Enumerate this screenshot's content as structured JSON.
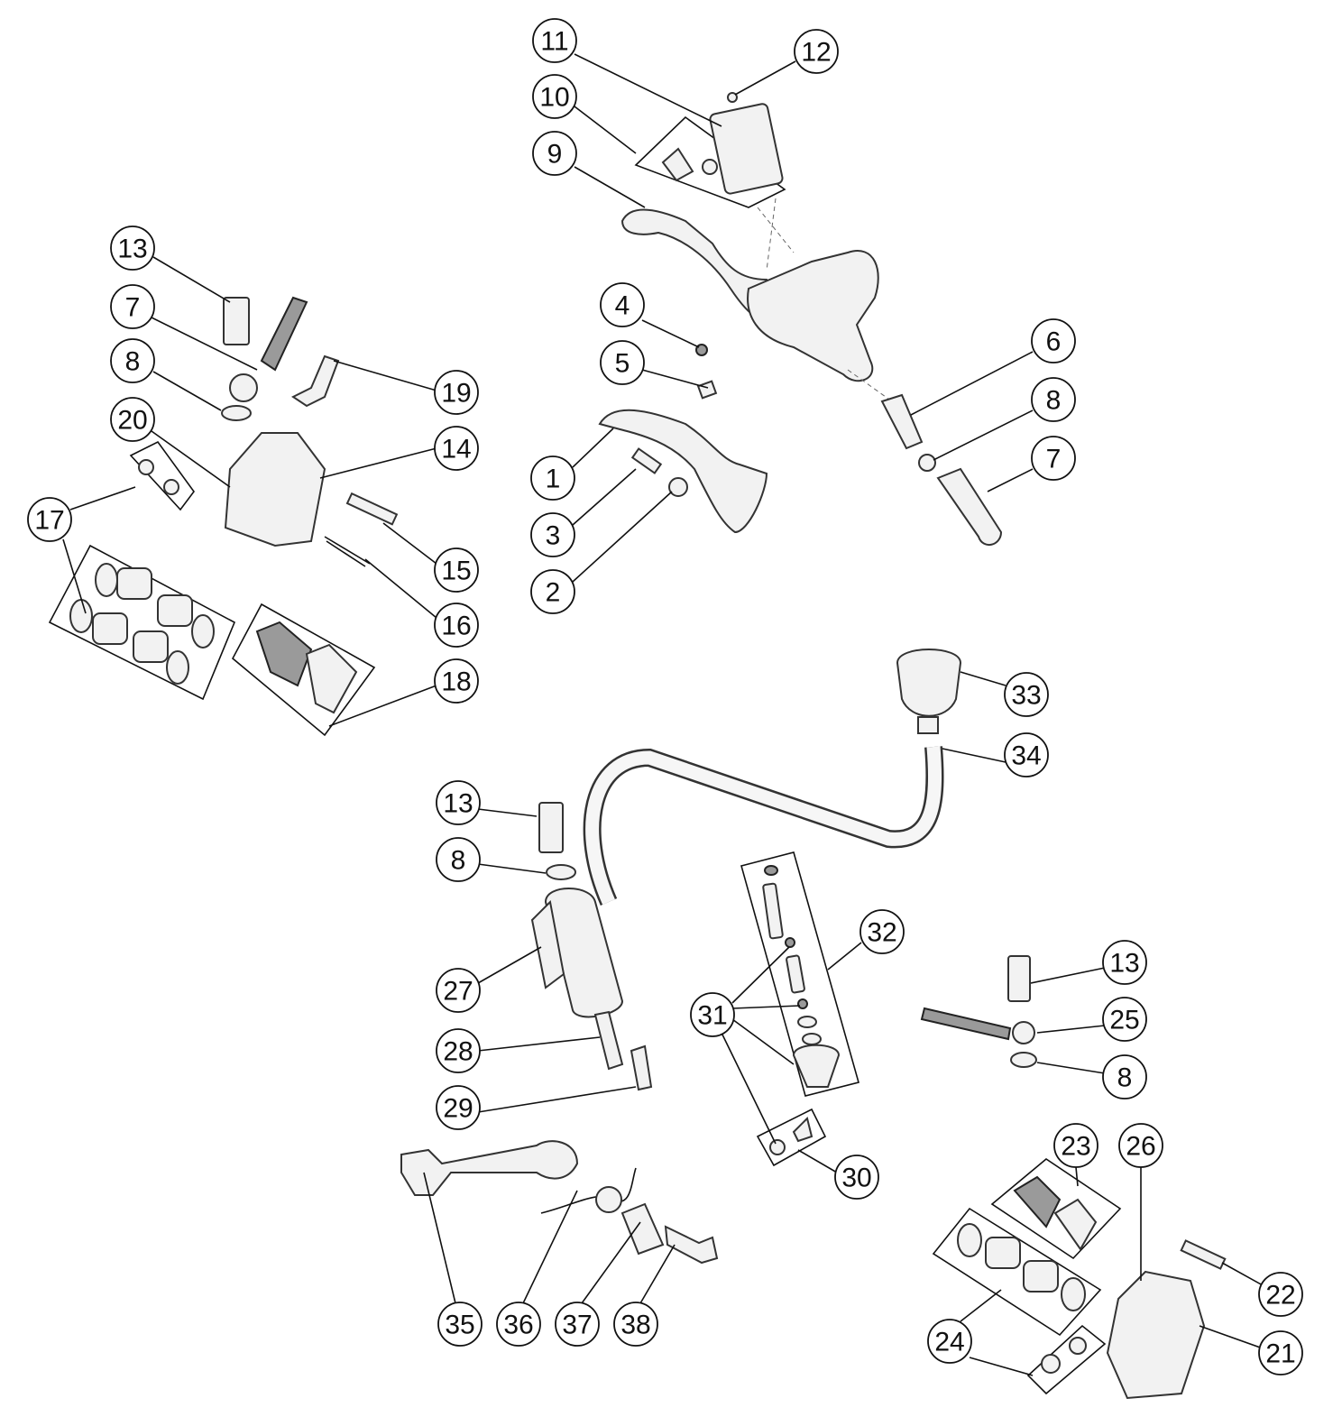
{
  "diagram": {
    "title": "Brake system exploded parts diagram",
    "callouts": [
      "11",
      "12",
      "10",
      "9",
      "4",
      "5",
      "6",
      "8",
      "7",
      "1",
      "3",
      "2",
      "13",
      "7",
      "8",
      "19",
      "20",
      "14",
      "17",
      "15",
      "16",
      "18",
      "33",
      "34",
      "13",
      "8",
      "32",
      "27",
      "31",
      "13",
      "25",
      "28",
      "8",
      "29",
      "23",
      "26",
      "30",
      "22",
      "35",
      "36",
      "37",
      "38",
      "24",
      "21"
    ]
  }
}
